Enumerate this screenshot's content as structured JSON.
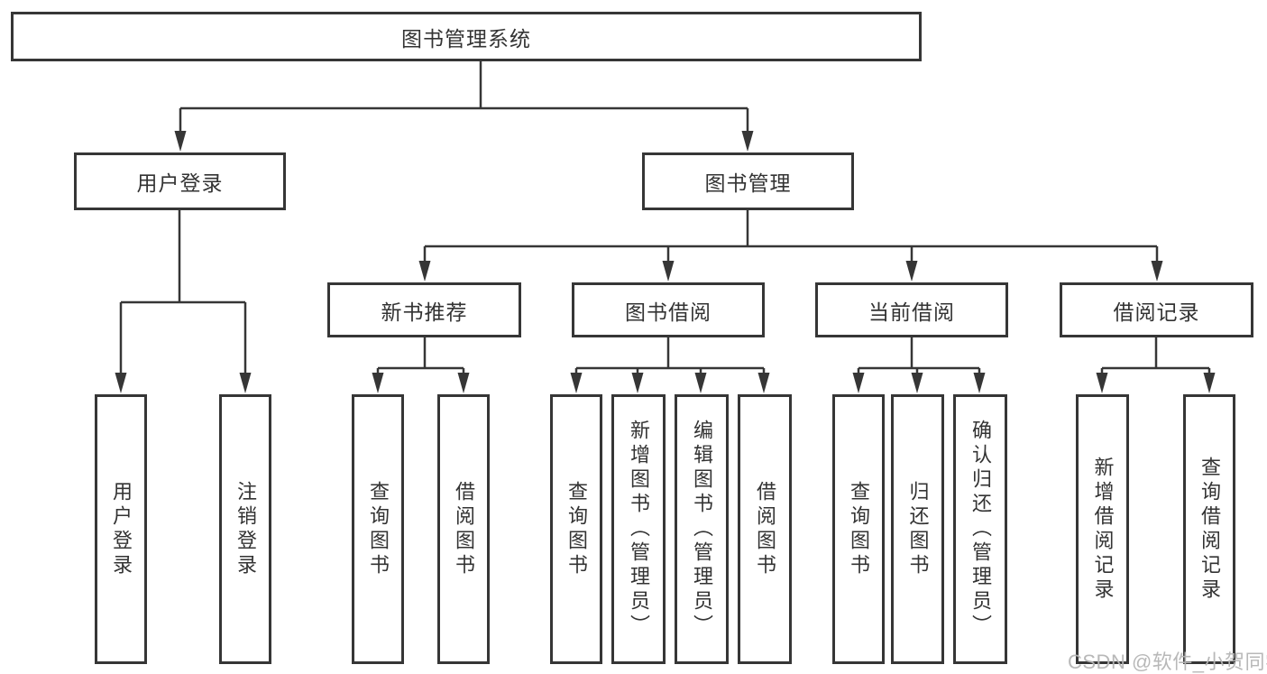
{
  "root": {
    "label": "图书管理系统"
  },
  "level2": [
    {
      "label": "用户登录"
    },
    {
      "label": "图书管理"
    }
  ],
  "level3": [
    {
      "label": "新书推荐",
      "parent": "图书管理"
    },
    {
      "label": "图书借阅",
      "parent": "图书管理"
    },
    {
      "label": "当前借阅",
      "parent": "图书管理"
    },
    {
      "label": "借阅记录",
      "parent": "图书管理"
    }
  ],
  "leaves": [
    {
      "label": "用户登录",
      "parent": "用户登录"
    },
    {
      "label": "注销登录",
      "parent": "用户登录"
    },
    {
      "label": "查询图书",
      "parent": "新书推荐"
    },
    {
      "label": "借阅图书",
      "parent": "新书推荐"
    },
    {
      "label": "查询图书",
      "parent": "图书借阅"
    },
    {
      "label": "新增图书（管理员）",
      "parent": "图书借阅"
    },
    {
      "label": "编辑图书（管理员）",
      "parent": "图书借阅"
    },
    {
      "label": "借阅图书",
      "parent": "图书借阅"
    },
    {
      "label": "查询图书",
      "parent": "当前借阅"
    },
    {
      "label": "归还图书",
      "parent": "当前借阅"
    },
    {
      "label": "确认归还（管理员）",
      "parent": "当前借阅"
    },
    {
      "label": "新增借阅记录",
      "parent": "借阅记录"
    },
    {
      "label": "查询借阅记录",
      "parent": "借阅记录"
    }
  ],
  "watermark": {
    "text": "CSDN @软件_小贺同学",
    "color": "#b5b5b5"
  },
  "colors": {
    "line": "#363636",
    "box_border": "#363636",
    "text": "#333333",
    "background": "#ffffff"
  }
}
